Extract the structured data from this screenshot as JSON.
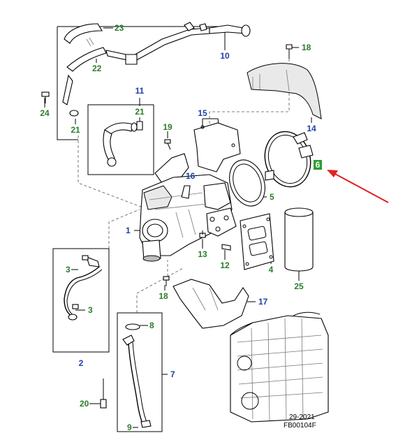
{
  "callouts": [
    {
      "id": "c23",
      "text": "23",
      "color": "#2a7d2a"
    },
    {
      "id": "c22",
      "text": "22",
      "color": "#2a7d2a"
    },
    {
      "id": "c10",
      "text": "10",
      "color": "#1f3fa8"
    },
    {
      "id": "c18a",
      "text": "18",
      "color": "#2a7d2a"
    },
    {
      "id": "c14",
      "text": "14",
      "color": "#1f3fa8"
    },
    {
      "id": "c24",
      "text": "24",
      "color": "#2a7d2a"
    },
    {
      "id": "c11",
      "text": "11",
      "color": "#1f3fa8"
    },
    {
      "id": "c21a",
      "text": "21",
      "color": "#2a7d2a"
    },
    {
      "id": "c21b",
      "text": "21",
      "color": "#2a7d2a"
    },
    {
      "id": "c15",
      "text": "15",
      "color": "#1f3fa8"
    },
    {
      "id": "c19",
      "text": "19",
      "color": "#2a7d2a"
    },
    {
      "id": "c16",
      "text": "16",
      "color": "#1f3fa8"
    },
    {
      "id": "c5",
      "text": "5",
      "color": "#2a7d2a"
    },
    {
      "id": "c1",
      "text": "1",
      "color": "#1f3fa8"
    },
    {
      "id": "c13",
      "text": "13",
      "color": "#2a7d2a"
    },
    {
      "id": "c12",
      "text": "12",
      "color": "#2a7d2a"
    },
    {
      "id": "c4",
      "text": "4",
      "color": "#2a7d2a"
    },
    {
      "id": "c25",
      "text": "25",
      "color": "#2a7d2a"
    },
    {
      "id": "c3a",
      "text": "3",
      "color": "#2a7d2a"
    },
    {
      "id": "c3b",
      "text": "3",
      "color": "#2a7d2a"
    },
    {
      "id": "c18b",
      "text": "18",
      "color": "#2a7d2a"
    },
    {
      "id": "c17",
      "text": "17",
      "color": "#1f3fa8"
    },
    {
      "id": "c2",
      "text": "2",
      "color": "#1f3fa8"
    },
    {
      "id": "c8",
      "text": "8",
      "color": "#2a7d2a"
    },
    {
      "id": "c7",
      "text": "7",
      "color": "#1f3fa8"
    },
    {
      "id": "c20",
      "text": "20",
      "color": "#2a7d2a"
    },
    {
      "id": "c9",
      "text": "9",
      "color": "#2a7d2a"
    },
    {
      "id": "c6",
      "text": "6",
      "color": "#ffffff"
    }
  ],
  "highlight": {
    "target": "6",
    "fill": "#2e9e2e",
    "arrow_color": "#e02020"
  },
  "footer": {
    "line1": "29-2021",
    "line2": "FB00104F"
  }
}
